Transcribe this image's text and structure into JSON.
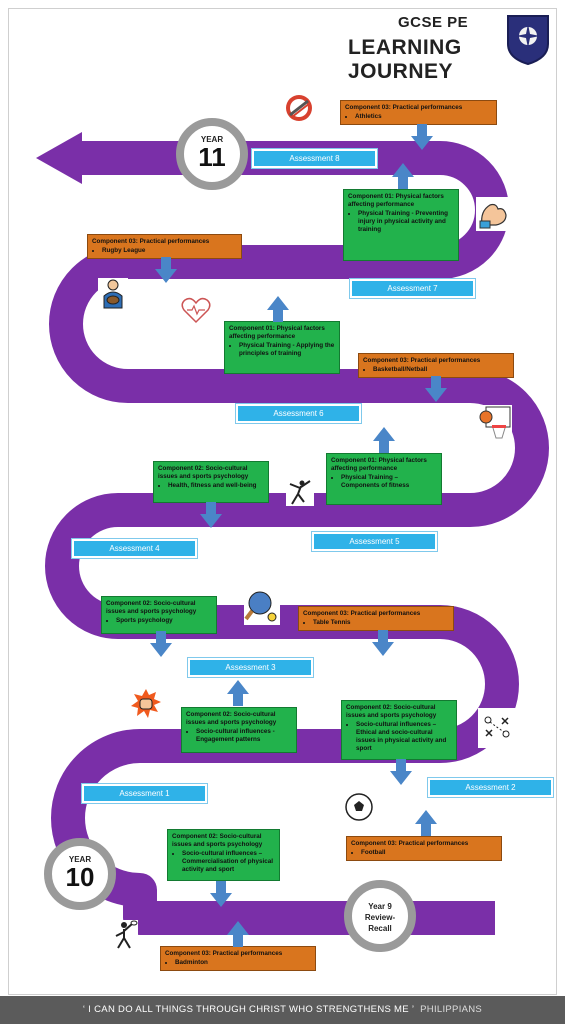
{
  "header": {
    "line1": "GCSE PE",
    "line2": "LEARNING JOURNEY"
  },
  "colors": {
    "path": "#7a2fa8",
    "assessment": "#2fb2e8",
    "component03": "#d9751e",
    "component0102": "#22b24c",
    "arrow": "#4a86c8"
  },
  "years": {
    "y11": {
      "small": "YEAR",
      "big": "11"
    },
    "y10": {
      "small": "YEAR",
      "big": "10"
    },
    "y9": {
      "line1": "Year 9",
      "line2": "Review-",
      "line3": "Recall"
    }
  },
  "assessments": [
    "Assessment 8",
    "Assessment 7",
    "Assessment 6",
    "Assessment 5",
    "Assessment 4",
    "Assessment 3",
    "Assessment 1",
    "Assessment 2"
  ],
  "boxes": [
    {
      "title": "Component 03: Practical performances",
      "bullet": "Athletics"
    },
    {
      "title": "Component 01: Physical factors affecting performance",
      "bullet": "Physical Training - Preventing injury in physical activity and training"
    },
    {
      "title": "Component 03: Practical performances",
      "bullet": "Rugby League"
    },
    {
      "title": "Component 01: Physical factors affecting performance",
      "bullet": "Physical Training - Applying the principles of training"
    },
    {
      "title": "Component 03: Practical performances",
      "bullet": "Basketball/Netball"
    },
    {
      "title": "Component 02: Socio-cultural issues and sports psychology",
      "bullet": "Health, fitness and well-being"
    },
    {
      "title": "Component 01: Physical factors affecting performance",
      "bullet": "Physical Training – Components of fitness"
    },
    {
      "title": "Component 02: Socio-cultural issues and sports psychology",
      "bullet": "Sports psychology"
    },
    {
      "title": "Component 03: Practical performances",
      "bullet": "Table Tennis"
    },
    {
      "title": "Component 02: Socio-cultural issues and sports psychology",
      "bullet": "Socio-cultural influences - Engagement patterns"
    },
    {
      "title": "Component 02: Socio-cultural issues and sports psychology",
      "bullet": "Socio-cultural influences – Ethical and socio-cultural issues in physical activity and sport"
    },
    {
      "title": "Component 03: Practical performances",
      "bullet": "Football"
    },
    {
      "title": "Component 02: Socio-cultural issues and sports psychology",
      "bullet": "Socio-cultural influences – Commercialisation of physical activity  and sport"
    },
    {
      "title": "Component 03: Practical performances",
      "bullet": "Badminton"
    }
  ],
  "icons": [
    "athletics-track-icon",
    "bicep-icon",
    "rugby-player-icon",
    "heart-icon",
    "basketball-hoop-icon",
    "gymnast-icon",
    "table-tennis-icon",
    "fist-icon",
    "strategy-board-icon",
    "football-icon",
    "badminton-icon",
    "school-crest-icon"
  ],
  "footer": {
    "quote": "‘ I CAN DO ALL THINGS THROUGH CHRIST WHO STRENGTHENS ME ’",
    "source": "PHILIPPIANS"
  }
}
